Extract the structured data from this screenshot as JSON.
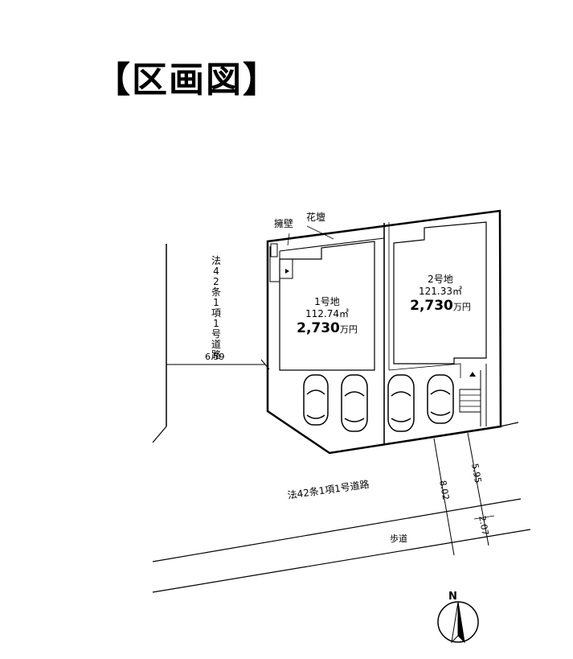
{
  "title": "【区画図】",
  "labels": {
    "retaining_wall": "擁壁",
    "flower_bed": "花壇",
    "road_west": "法42条1項1号道路",
    "road_south": "法42条1項1号道路",
    "sidewalk": "歩道",
    "north": "N"
  },
  "dimensions": {
    "west_road_width": "6.59",
    "south_a": "5.95",
    "south_b": "8.02",
    "south_c": "2.07"
  },
  "lots": [
    {
      "name": "1号地",
      "area": "112.74㎡",
      "price": "2,730",
      "unit": "万円"
    },
    {
      "name": "2号地",
      "area": "121.33㎡",
      "price": "2,730",
      "unit": "万円"
    }
  ]
}
